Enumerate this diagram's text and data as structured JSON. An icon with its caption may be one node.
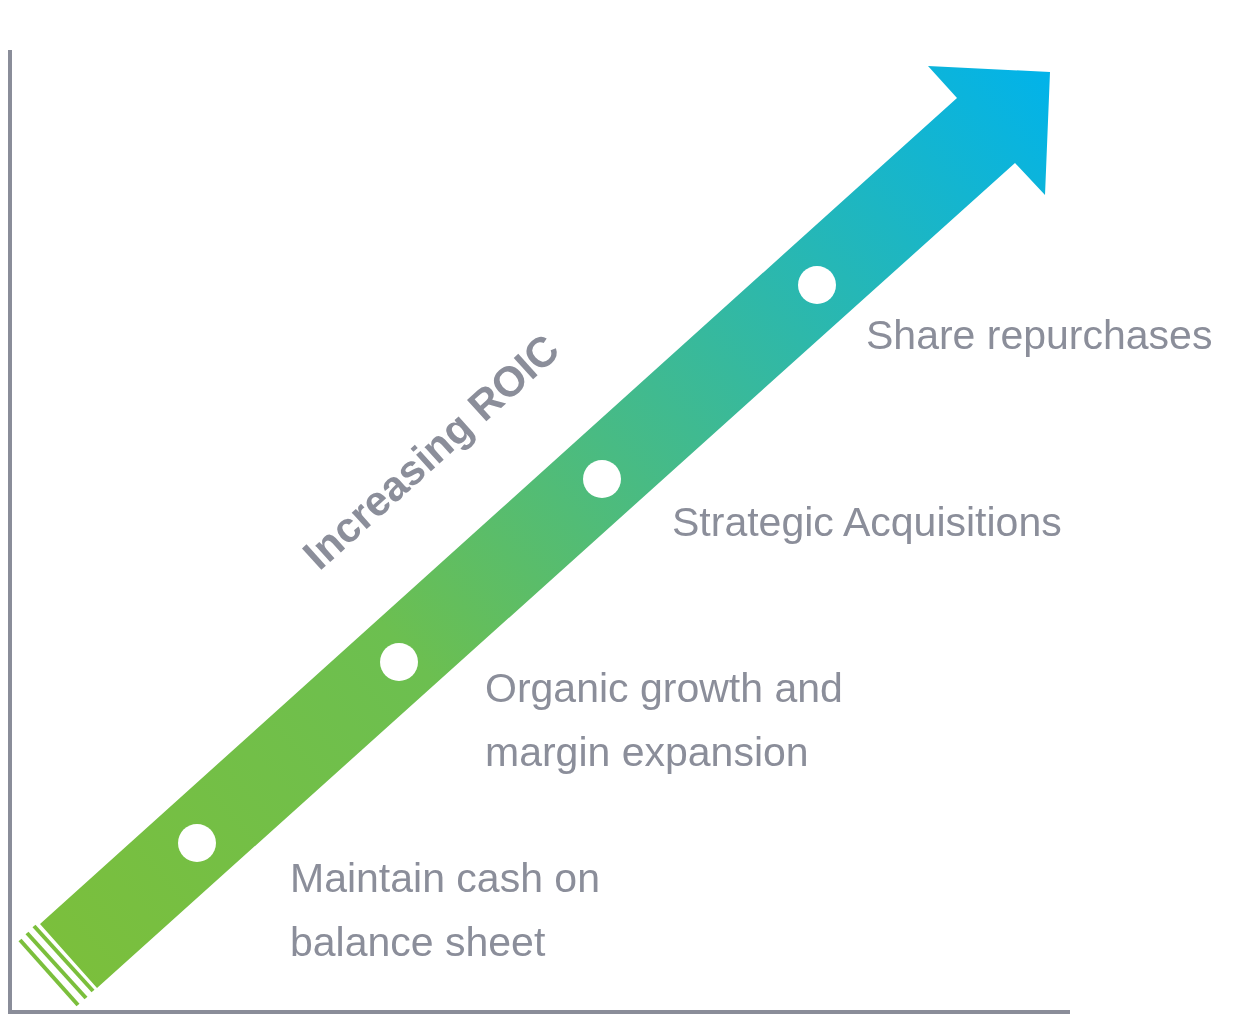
{
  "diagram": {
    "nodes": [
      {
        "text": [],
        "shape": "circle",
        "beside": [
          "Maintain cash on balance sheet"
        ]
      },
      {
        "text": [],
        "shape": "circle",
        "beside": [
          "Organic growth and margin expansion"
        ]
      },
      {
        "text": [],
        "shape": "circle",
        "beside": [
          "Strategic Acquisitions"
        ]
      },
      {
        "text": [],
        "shape": "circle",
        "beside": [
          "Share repurchases"
        ]
      }
    ],
    "labels": [
      "Increasing ROIC"
    ]
  }
}
